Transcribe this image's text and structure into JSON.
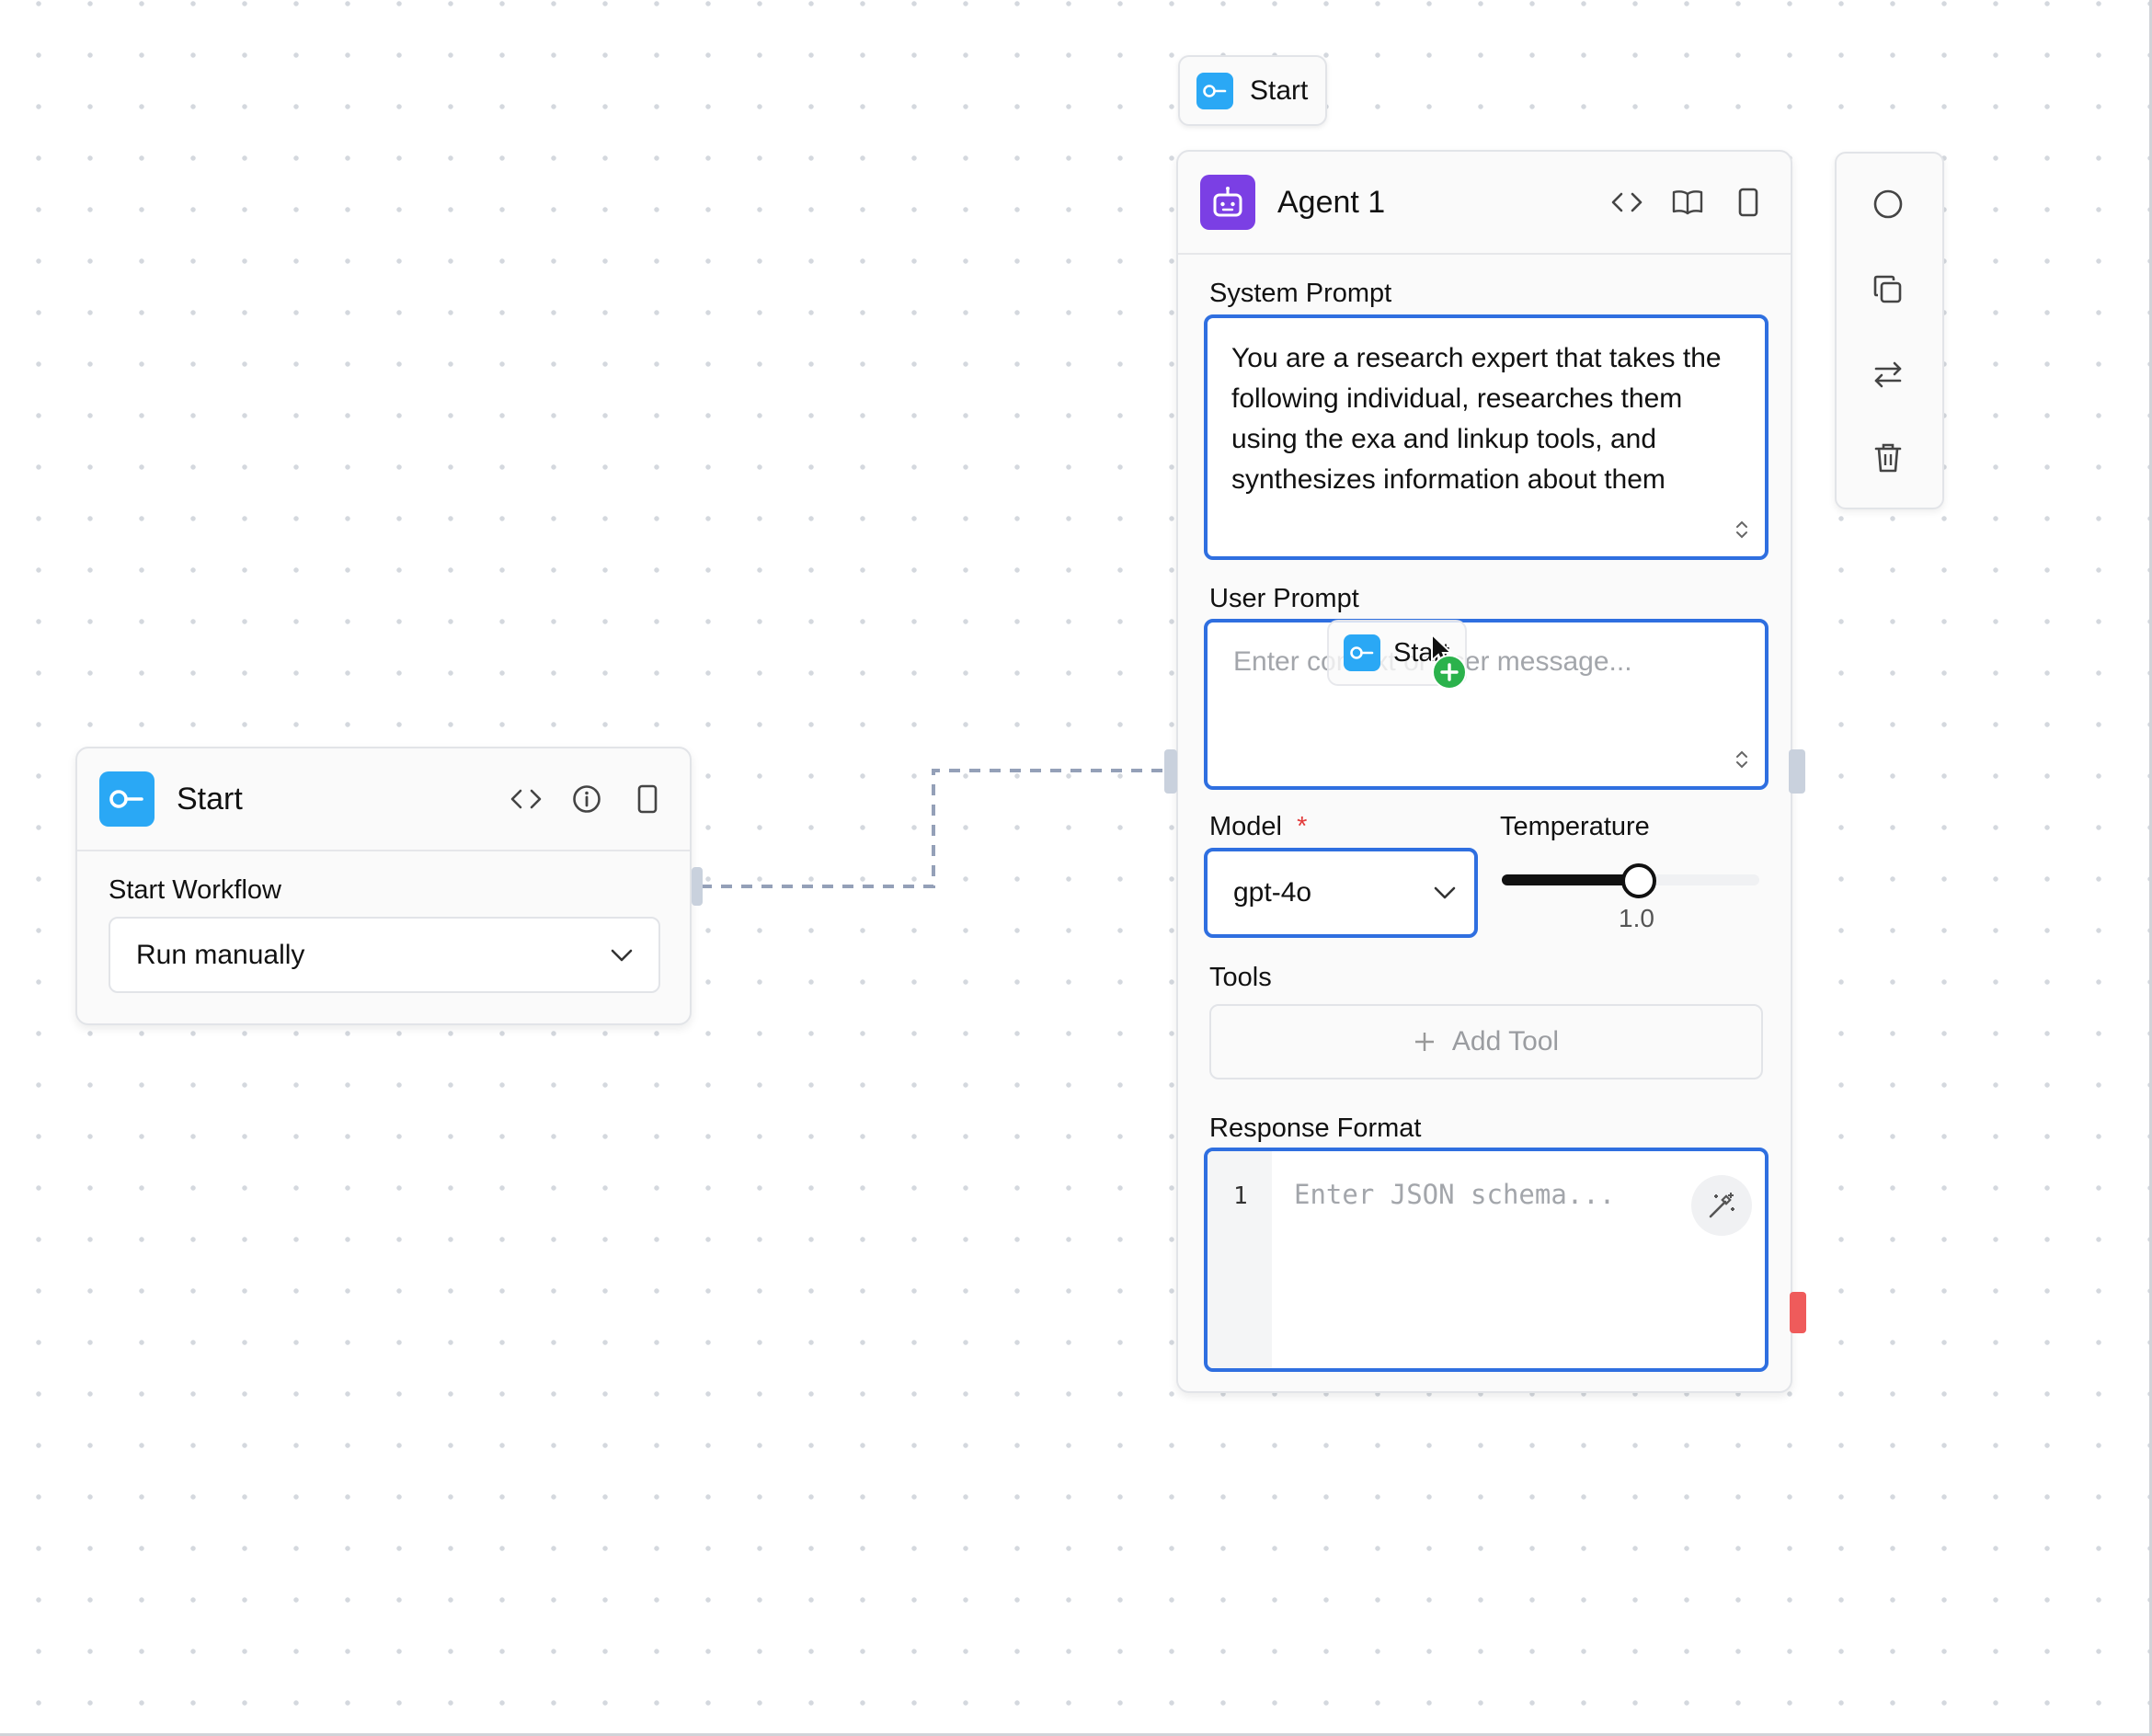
{
  "floating_badge": {
    "label": "Start"
  },
  "start_node": {
    "title": "Start",
    "field_label": "Start Workflow",
    "select_value": "Run manually"
  },
  "agent_node": {
    "title": "Agent 1",
    "system_prompt": {
      "label": "System Prompt",
      "value": "You are a research expert that takes the following individual, researches them using the exa and linkup tools, and synthesizes information about them"
    },
    "user_prompt": {
      "label": "User Prompt",
      "placeholder": "Enter context or user message..."
    },
    "model": {
      "label": "Model",
      "required_mark": "*",
      "value": "gpt-4o"
    },
    "temperature": {
      "label": "Temperature",
      "value": "1.0",
      "fraction": 0.5
    },
    "tools": {
      "label": "Tools",
      "add_label": "Add Tool"
    },
    "response_format": {
      "label": "Response Format",
      "line_number": "1",
      "placeholder": "Enter JSON schema..."
    }
  },
  "drag_chip": {
    "label": "Start"
  },
  "colors": {
    "start_accent": "#2aa8f5",
    "agent_accent": "#7b3fe4",
    "focus_blue": "#2f6fe0",
    "error_red": "#ef5b5b",
    "add_green": "#2bb24c"
  }
}
